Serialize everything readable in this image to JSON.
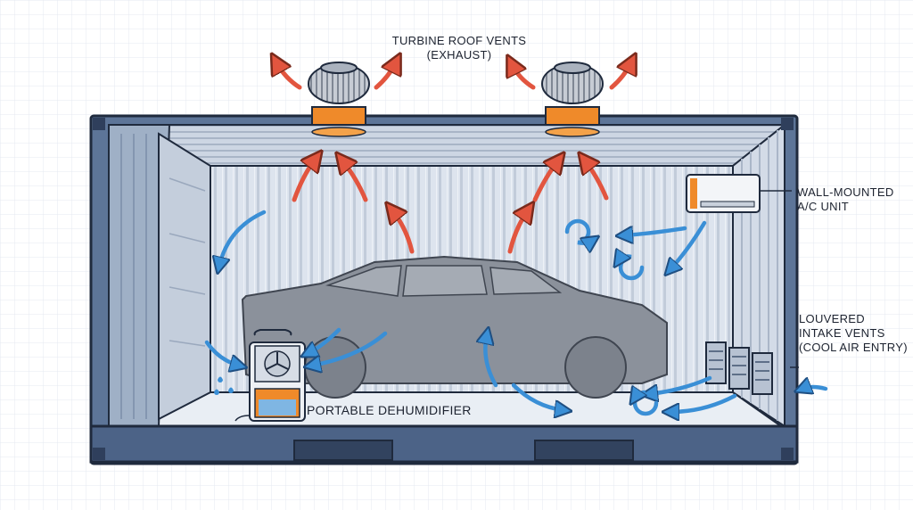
{
  "labels": {
    "turbine_line1": "TURBINE ROOF VENTS",
    "turbine_line2": "(EXHAUST)",
    "ac_line1": "WALL-MOUNTED",
    "ac_line2": "A/C UNIT",
    "intake_line1": "LOUVERED",
    "intake_line2": "INTAKE VENTS",
    "intake_line3": "(COOL AIR ENTRY)",
    "dehumidifier": "PORTABLE DEHUMIDIFIER"
  },
  "icons": {
    "exhaust_arrow": "red-arrow-icon",
    "airflow_arrow": "blue-arrow-icon",
    "turbine": "turbine-vent-icon",
    "ac": "ac-unit-icon",
    "dehumidifier": "dehumidifier-icon"
  },
  "colors": {
    "container_steel": "#5d7598",
    "container_dark": "#2f3f5c",
    "interior_wall": "#dfe6ef",
    "car_body": "#8b919b",
    "exhaust_red": "#e2553f",
    "airflow_blue": "#3a8fd6",
    "accent_orange": "#ef8a2a",
    "grid": "#e6ebf1"
  }
}
